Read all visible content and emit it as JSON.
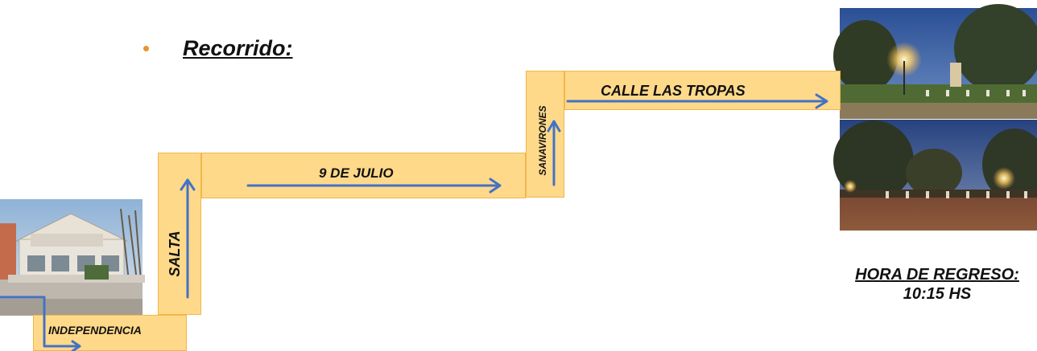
{
  "title": "Recorrido:",
  "streets": {
    "independencia": "INDEPENDENCIA",
    "salta": "SALTA",
    "nueve_de_julio": "9 DE JULIO",
    "sanavirones": "SANAVIRONES",
    "las_tropas": "CALLE LAS TROPAS"
  },
  "return": {
    "label": "HORA DE REGRESO:",
    "time": "10:15 HS"
  },
  "colors": {
    "street_fill": "#ffd98a",
    "street_border": "#f2b64a",
    "arrow": "#4472c4",
    "bullet": "#e8932c"
  }
}
